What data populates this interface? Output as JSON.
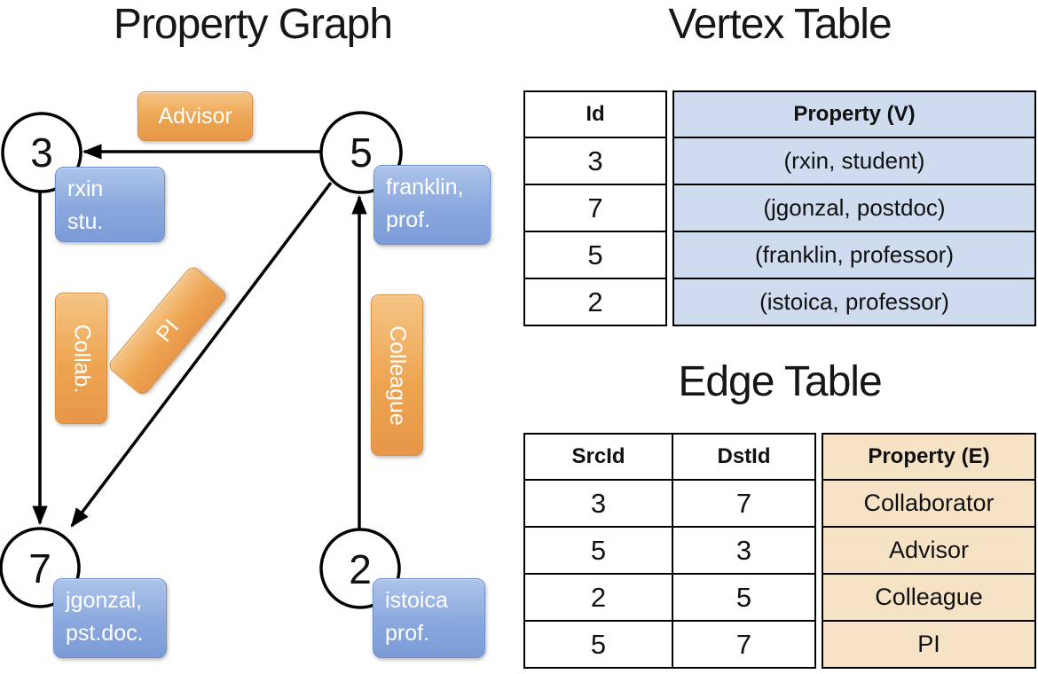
{
  "graph": {
    "title": "Property Graph",
    "nodes": [
      {
        "id": "3",
        "property_lines": [
          "rxin",
          "stu."
        ]
      },
      {
        "id": "5",
        "property_lines": [
          "franklin,",
          "prof."
        ]
      },
      {
        "id": "7",
        "property_lines": [
          "jgonzal,",
          "pst.doc."
        ]
      },
      {
        "id": "2",
        "property_lines": [
          "istoica",
          "prof."
        ]
      }
    ],
    "edge_labels": {
      "advisor": "Advisor",
      "collab": "Collab.",
      "pi": "PI",
      "colleague": "Colleague"
    }
  },
  "vertex_table": {
    "title": "Vertex Table",
    "columns": {
      "id": "Id",
      "property": "Property (V)"
    },
    "rows": [
      {
        "id": "3",
        "property": "(rxin, student)"
      },
      {
        "id": "7",
        "property": "(jgonzal, postdoc)"
      },
      {
        "id": "5",
        "property": "(franklin, professor)"
      },
      {
        "id": "2",
        "property": "(istoica, professor)"
      }
    ]
  },
  "edge_table": {
    "title": "Edge Table",
    "columns": {
      "src": "SrcId",
      "dst": "DstId",
      "property": "Property (E)"
    },
    "rows": [
      {
        "src": "3",
        "dst": "7",
        "property": "Collaborator"
      },
      {
        "src": "5",
        "dst": "3",
        "property": "Advisor"
      },
      {
        "src": "2",
        "dst": "5",
        "property": "Colleague"
      },
      {
        "src": "5",
        "dst": "7",
        "property": "PI"
      }
    ]
  },
  "colors": {
    "edge_label_orange": "#ec9f49",
    "vertex_box_blue": "#82a0d8",
    "vertex_table_cell_blue": "#cfdcef",
    "edge_table_cell_tan": "#f6e2c5",
    "line_black": "#000000"
  }
}
